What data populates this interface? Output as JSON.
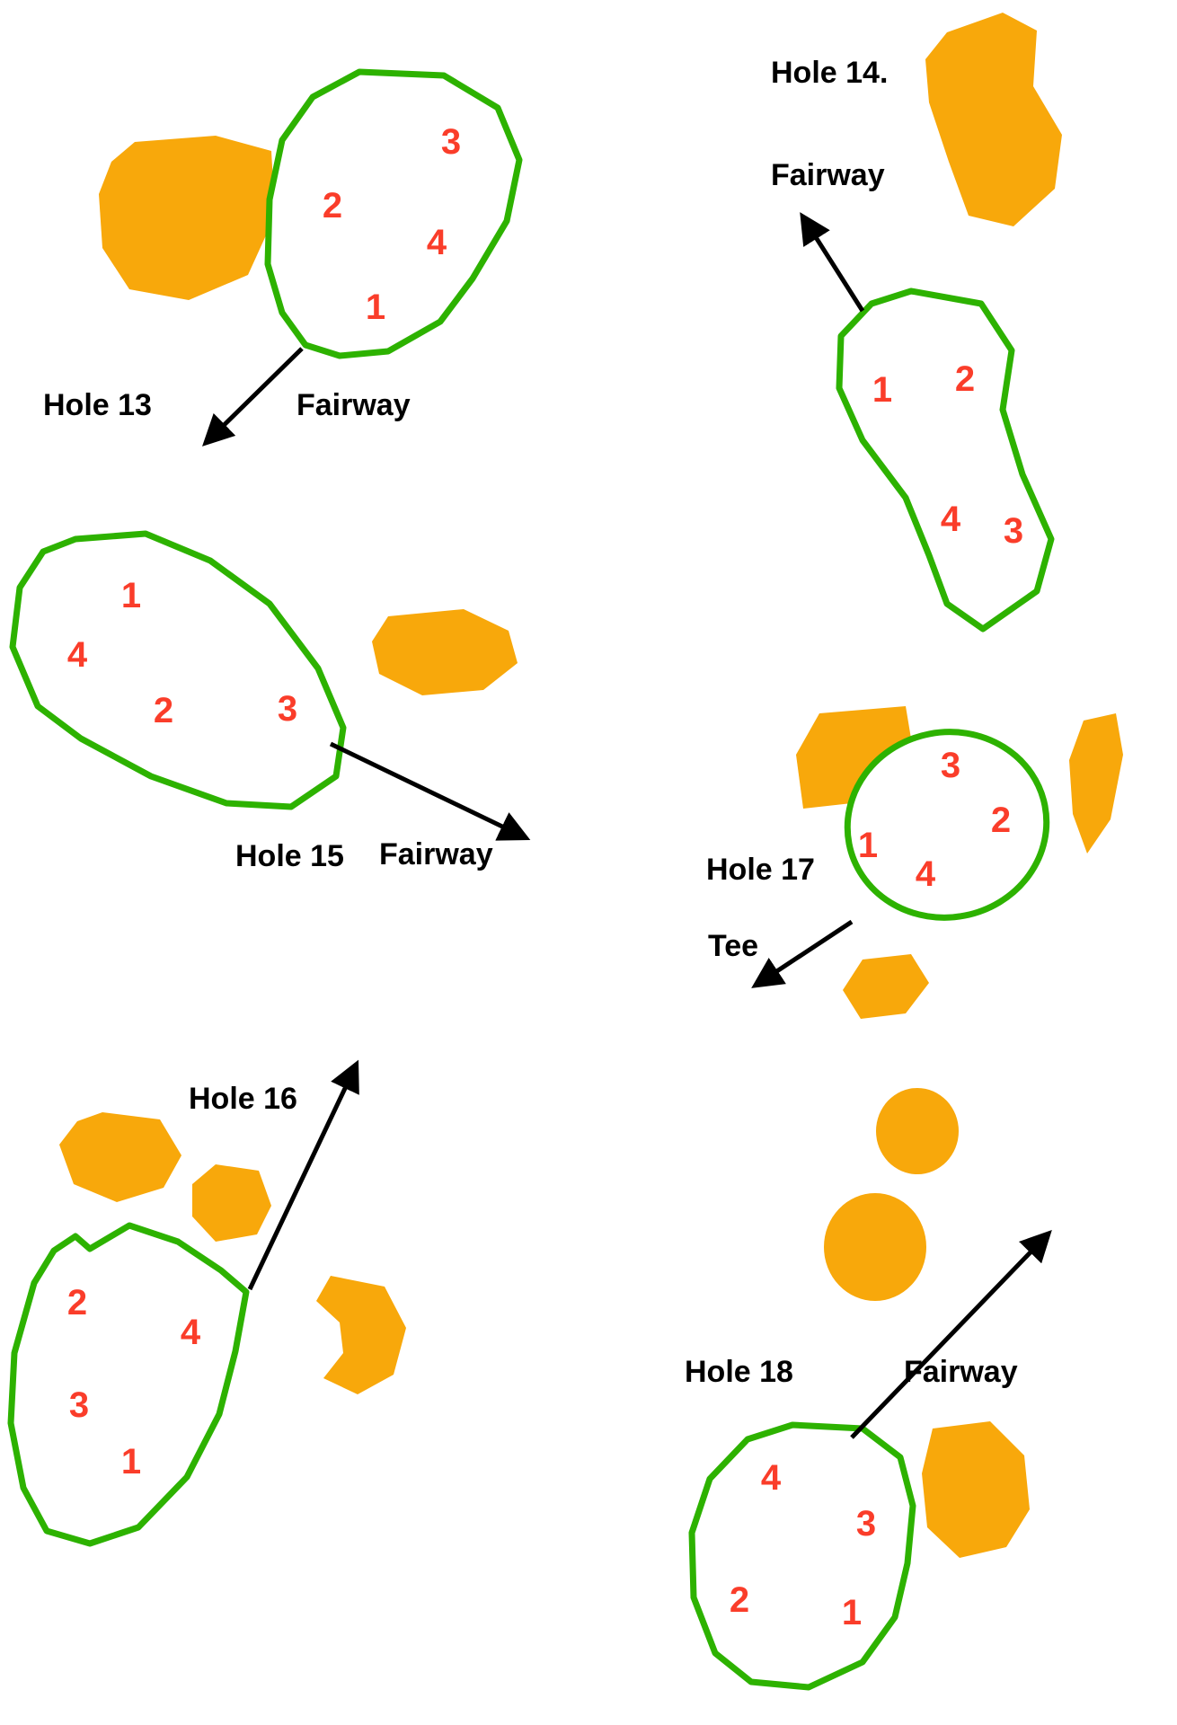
{
  "colors": {
    "green_outline": "#2db200",
    "bunker_fill": "#f8a80b",
    "pin_number": "#fa3d2a",
    "label_text": "#000000",
    "arrow": "#000000"
  },
  "holes": {
    "h13": {
      "name": "Hole 13",
      "target": "Fairway",
      "pins": {
        "p1": "1",
        "p2": "2",
        "p3": "3",
        "p4": "4"
      }
    },
    "h14": {
      "name": "Hole 14.",
      "target": "Fairway",
      "pins": {
        "p1": "1",
        "p2": "2",
        "p3": "3",
        "p4": "4"
      }
    },
    "h15": {
      "name": "Hole 15",
      "target": "Fairway",
      "pins": {
        "p1": "1",
        "p2": "2",
        "p3": "3",
        "p4": "4"
      }
    },
    "h16": {
      "name": "Hole 16",
      "pins": {
        "p1": "1",
        "p2": "2",
        "p3": "3",
        "p4": "4"
      }
    },
    "h17": {
      "name": "Hole 17",
      "target": "Tee",
      "pins": {
        "p1": "1",
        "p2": "2",
        "p3": "3",
        "p4": "4"
      }
    },
    "h18": {
      "name": "Hole 18",
      "target": "Fairway",
      "pins": {
        "p1": "1",
        "p2": "2",
        "p3": "3",
        "p4": "4"
      }
    }
  }
}
